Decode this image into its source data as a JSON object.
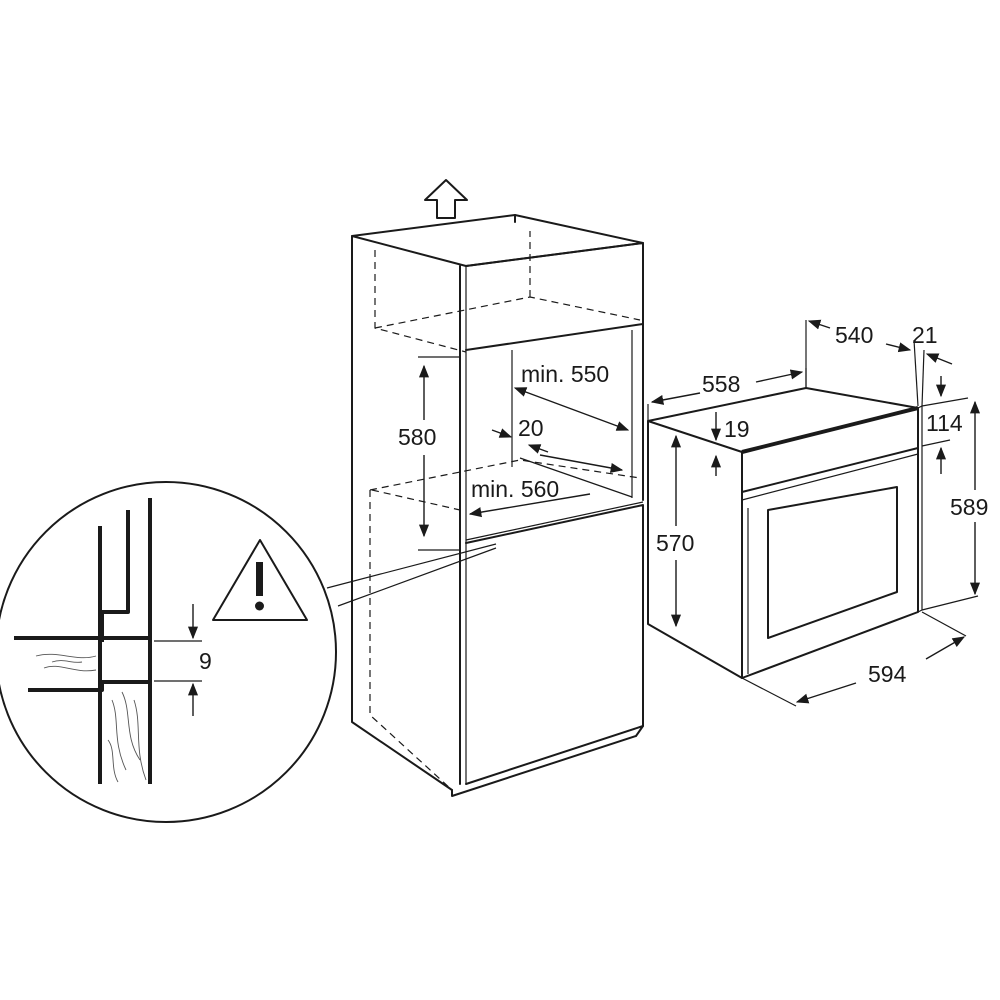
{
  "labels": {
    "cabinet_height": "580",
    "niche_depth": "min. 550",
    "gap": "20",
    "niche_width": "min. 560",
    "oven_depth": "558",
    "oven_body_depth": "540",
    "front_thickness": "21",
    "panel_offset": "19",
    "panel_height": "114",
    "oven_front_height": "589",
    "oven_body_height": "570",
    "oven_width": "594",
    "detail_gap": "9"
  },
  "icons": {
    "warning": "warning-triangle-icon",
    "vent_arrow": "up-arrow-icon"
  }
}
